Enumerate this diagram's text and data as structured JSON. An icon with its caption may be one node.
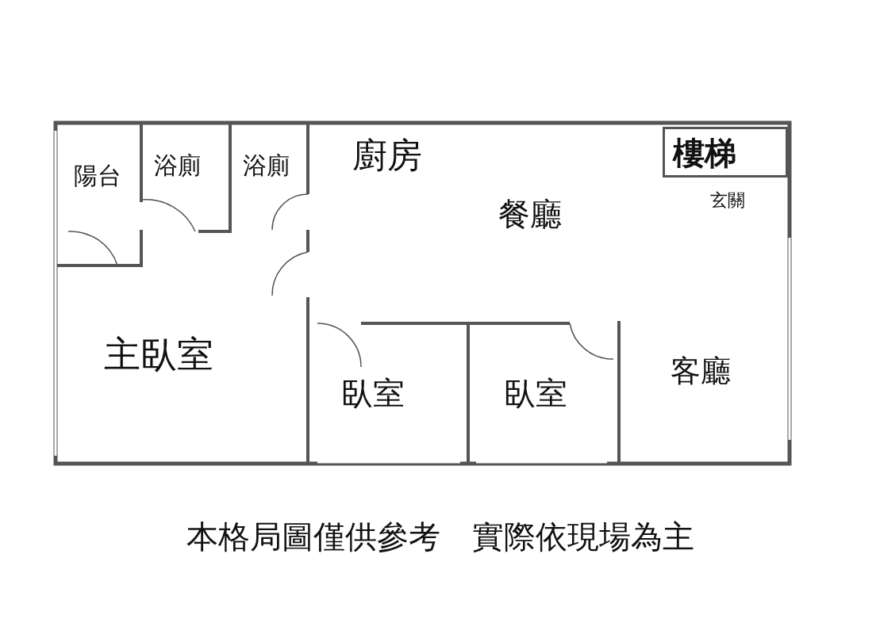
{
  "diagram": {
    "caption": "本格局圖僅供參考　實際依現場為主",
    "nodes": [
      {
        "text": [
          "陽台"
        ]
      },
      {
        "text": [
          "浴廁"
        ]
      },
      {
        "text": [
          "浴廁"
        ]
      },
      {
        "text": [
          "廚房",
          "餐廳"
        ]
      },
      {
        "text": [
          "樓梯"
        ]
      },
      {
        "text": [
          "主臥室"
        ]
      },
      {
        "text": [
          "臥室"
        ]
      },
      {
        "text": [
          "臥室"
        ]
      },
      {
        "text": [
          "客廳"
        ]
      }
    ],
    "labels": [
      "玄關"
    ]
  }
}
